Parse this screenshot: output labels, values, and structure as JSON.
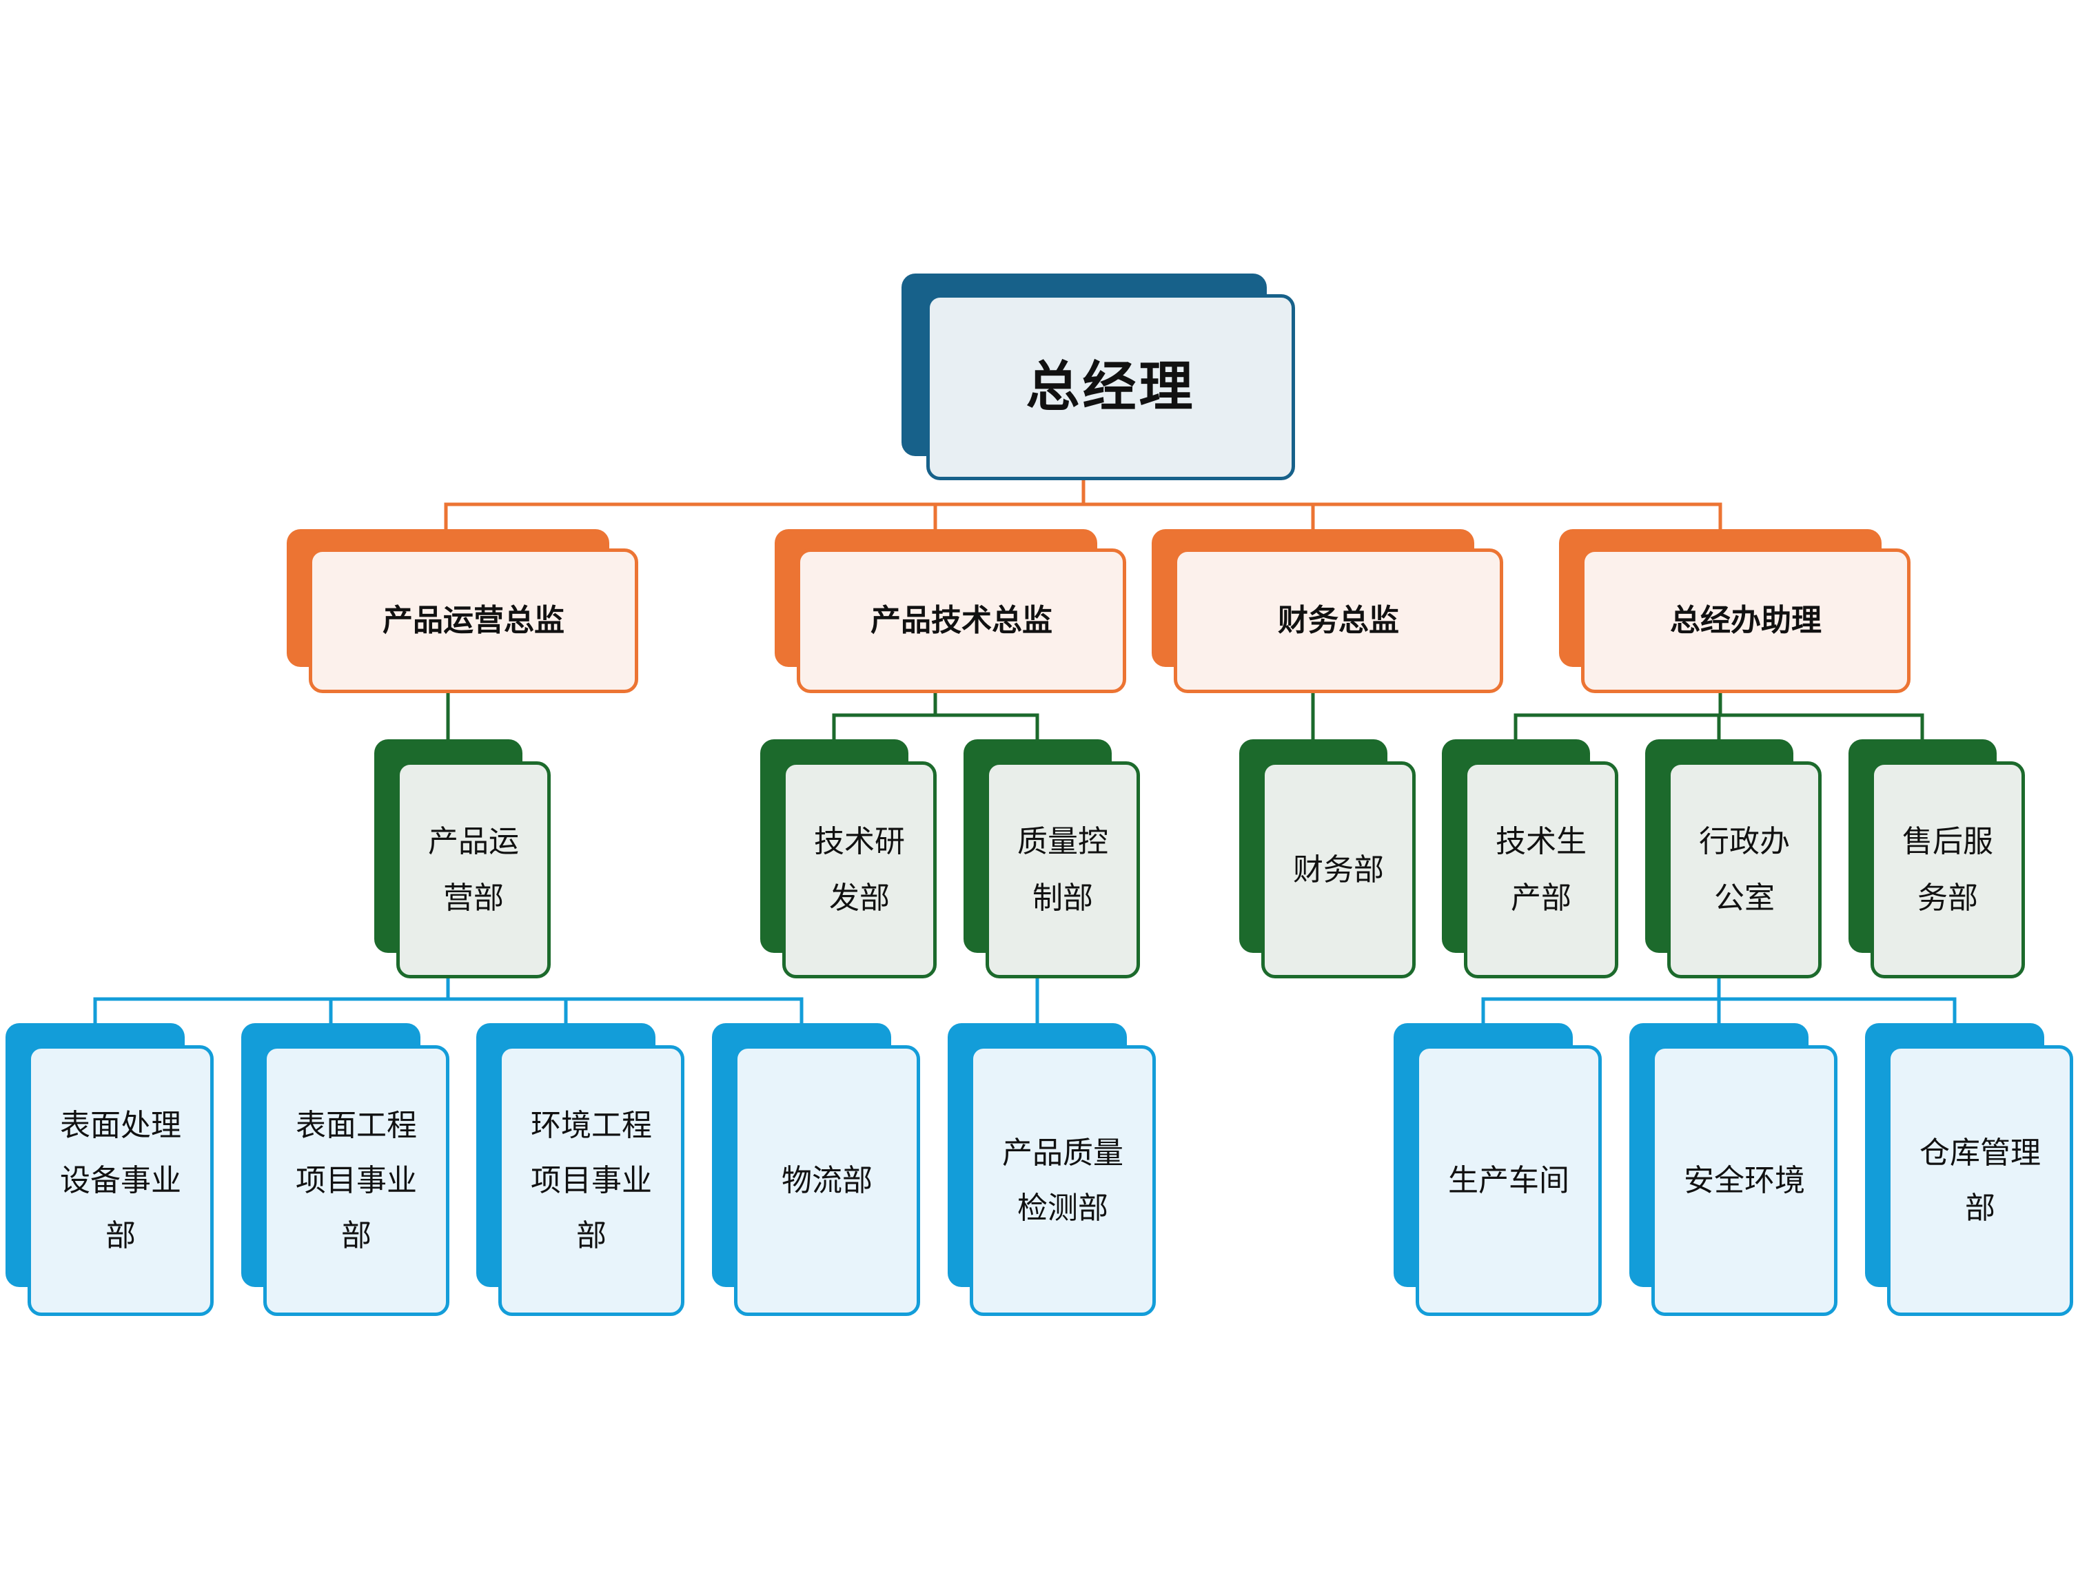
{
  "colors": {
    "root_accent": "#17618a",
    "director_accent": "#ec7433",
    "department_accent": "#1c6a2c",
    "unit_accent": "#139dd9"
  },
  "org": {
    "root": "总经理",
    "directors": [
      "产品运营总监",
      "产品技术总监",
      "财务总监",
      "总经办助理"
    ],
    "departments": [
      "产品运\n营部",
      "技术研\n发部",
      "质量控\n制部",
      "财务部",
      "技术生\n产部",
      "行政办\n公室",
      "售后服\n务部"
    ],
    "units": [
      "表面处理\n设备事业\n部",
      "表面工程\n项目事业\n部",
      "环境工程\n项目事业\n部",
      "物流部",
      "产品质量\n检测部",
      "生产车间",
      "安全环境",
      "仓库管理\n部"
    ]
  }
}
